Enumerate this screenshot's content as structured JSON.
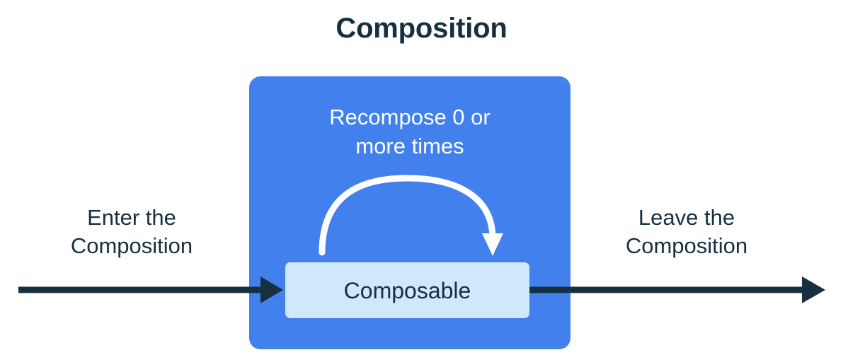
{
  "diagram": {
    "title": "Composition",
    "title_color": "#16303f",
    "background_color": "#ffffff"
  },
  "composition_box": {
    "name": "Composition",
    "fill_color": "#4280ee",
    "caption": {
      "full_text": "Recompose 0 or more times",
      "line1": "Recompose 0 or",
      "line2": "more times",
      "color": "#ffffff"
    },
    "recompose_arrow": {
      "icon": "curved-loop-arrow-icon",
      "color": "#ffffff",
      "direction": "clockwise-loop-back-to-composable"
    }
  },
  "composable_box": {
    "label": "Composable",
    "fill_color": "#d0e8fc",
    "text_color": "#16303f"
  },
  "flow": {
    "enter": {
      "line1": "Enter the",
      "line2": "Composition",
      "full_text": "Enter the Composition",
      "arrow_icon": "arrow-right-icon",
      "arrow_color": "#16303f"
    },
    "leave": {
      "line1": "Leave the",
      "line2": "Composition",
      "full_text": "Leave the Composition",
      "arrow_icon": "arrow-right-icon",
      "arrow_color": "#16303f"
    }
  }
}
